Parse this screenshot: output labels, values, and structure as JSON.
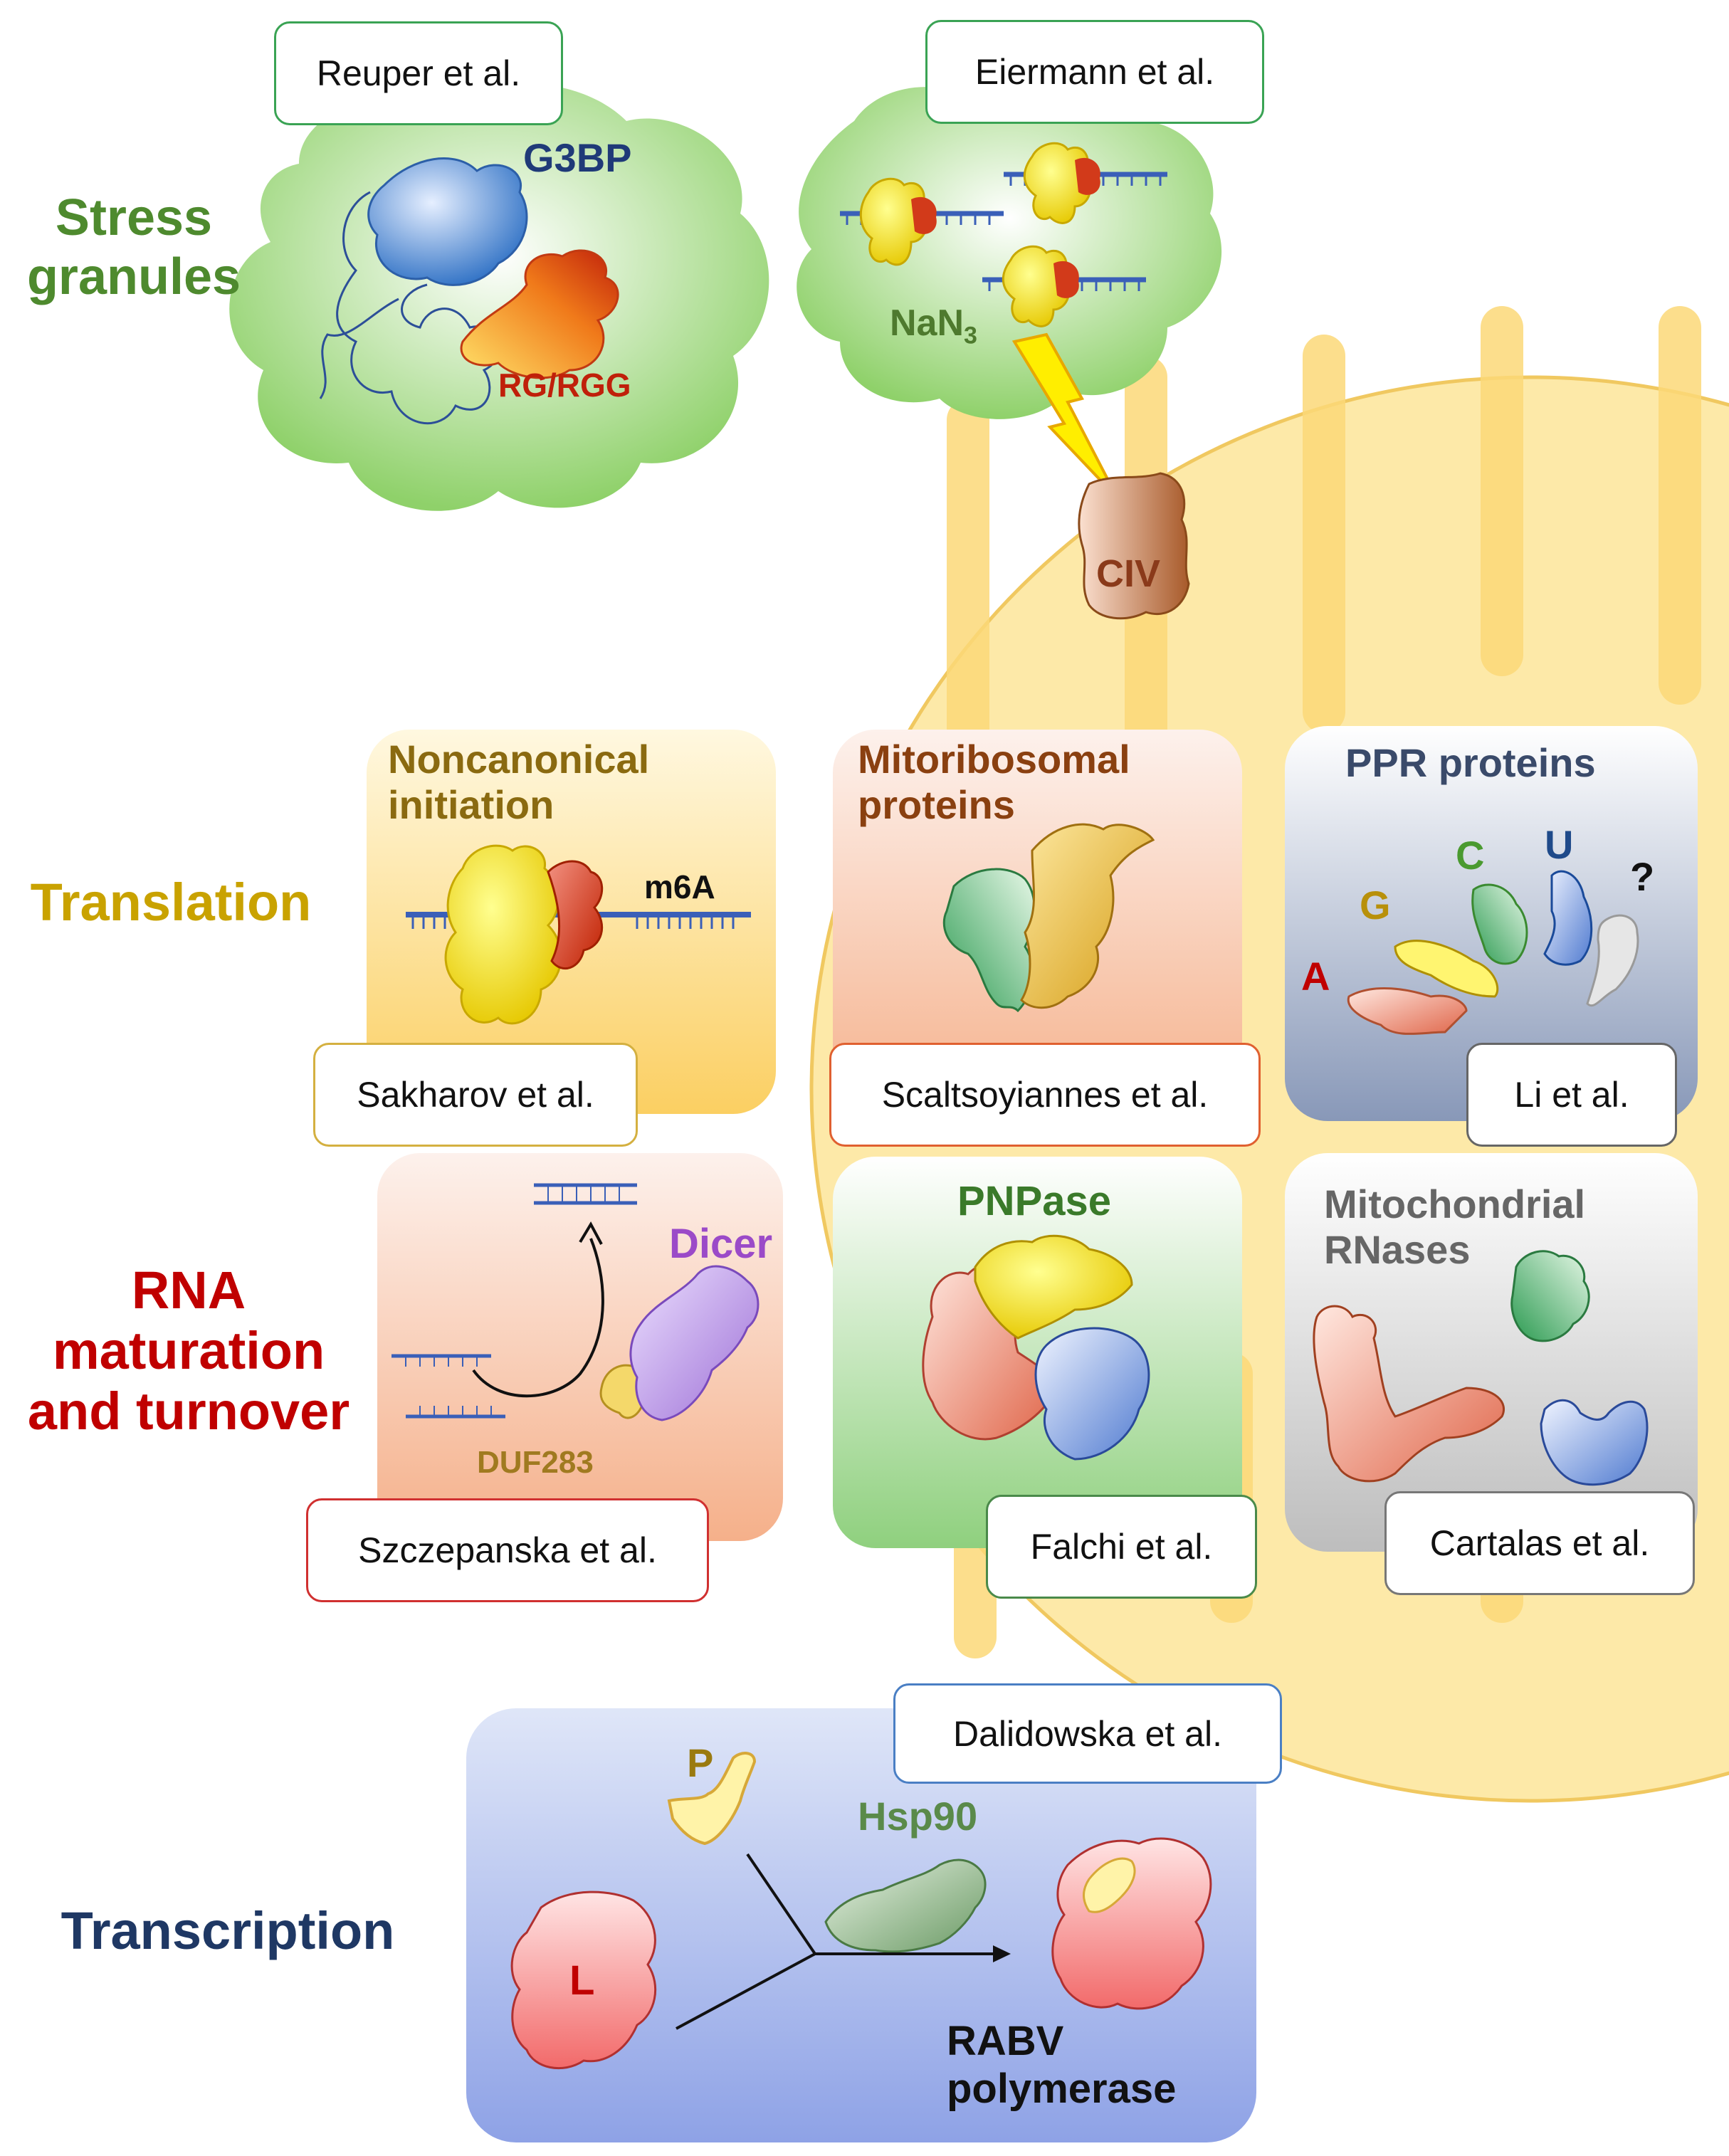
{
  "sections": {
    "stress_granules": "Stress granules",
    "translation": "Translation",
    "rna_maturation": "RNA maturation and turnover",
    "transcription": "Transcription"
  },
  "references": {
    "reuper": "Reuper et al.",
    "eiermann": "Eiermann et al.",
    "sakharov": "Sakharov et al.",
    "scaltsoyiannes": "Scaltsoyiannes et al.",
    "li": "Li et al.",
    "szczepanska": "Szczepanska et al.",
    "falchi": "Falchi et al.",
    "cartalas": "Cartalas et al.",
    "dalidowska": "Dalidowska et al."
  },
  "labels": {
    "g3bp": "G3BP",
    "rg_rgg": "RG/RGG",
    "nan3": "NaN",
    "nan3_sub": "3",
    "civ": "CIV",
    "noncanonical_initiation": "Noncanonical initiation",
    "m6a": "m6A",
    "mitoribosomal_proteins": "Mitoribosomal proteins",
    "ppr_proteins": "PPR proteins",
    "ppr_a": "A",
    "ppr_g": "G",
    "ppr_c": "C",
    "ppr_u": "U",
    "ppr_q": "?",
    "dicer": "Dicer",
    "duf283": "DUF283",
    "pnpase": "PNPase",
    "mitochondrial_rnases": "Mitochondrial RNases",
    "p": "P",
    "hsp90": "Hsp90",
    "l": "L",
    "rabv_polymerase": "RABV polymerase"
  },
  "colors": {
    "stress_green": "#4e8a2e",
    "translation_gold": "#c9a200",
    "rna_red": "#c00000",
    "transcription_navy": "#1f3864",
    "mito_fill": "#fde9a8",
    "mito_stroke": "#f0c860"
  }
}
